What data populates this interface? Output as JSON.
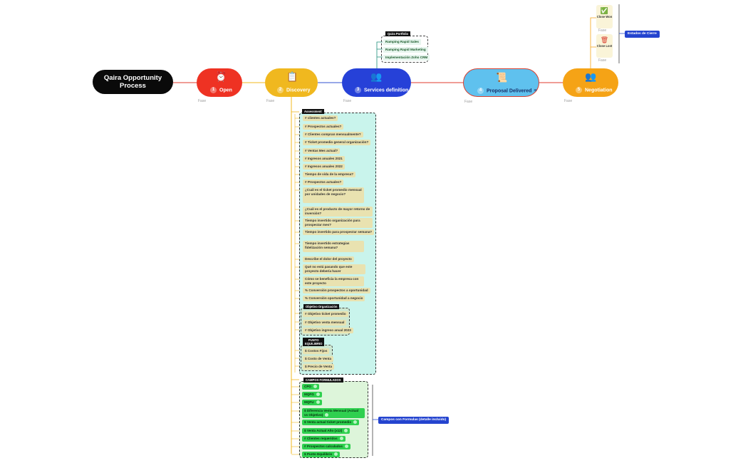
{
  "root": {
    "line1": "Qaira Opportunity",
    "line2": "Process"
  },
  "phases": [
    {
      "name": "Open",
      "num": "1",
      "fase": "Fase",
      "icon": "⏰"
    },
    {
      "name": "Discovery",
      "num": "2",
      "fase": "Fase",
      "icon": "📋"
    },
    {
      "name": "Services definition",
      "num": "3",
      "fase": "Fase",
      "icon": "👥"
    },
    {
      "name": "Proposal Delivered",
      "num": "4",
      "fase": "Fase",
      "icon": "📜"
    },
    {
      "name": "Negotiation",
      "num": "5",
      "fase": "Fase",
      "icon": "👥"
    }
  ],
  "portfolio": {
    "tag": "Qaira Portfolio",
    "items": [
      "Ramping Rapid Sales",
      "Ramping Rapid Marketing",
      "Implementación Zoho CRM"
    ]
  },
  "close": {
    "won": {
      "title": "Close Won",
      "fase": "Fase"
    },
    "lost": {
      "title": "Close Lost",
      "fase": "Fase"
    },
    "estados": "Estados de Cierre"
  },
  "assessment": {
    "tag": "Assessment",
    "questions": [
      "# clientes actuales?",
      "# Prospectos actuales?",
      "# Clientes compran mensualmente?",
      "# Ticket promedio general organización?",
      "# Ventas Mes actual?",
      "# Ingresos anuales 2021",
      "# Ingresos anuales 2022",
      "Tiempo de vida de la empresa?",
      "# Prospectos actuales?",
      "¿Cuál es el ticket promedio mensual por unidades de negocio?",
      "¿Cuál es el producto de mayor retorno de inversión?",
      "Tiempo invertido organización para prospectar mes?",
      "Tiempo invertido para prospectar semana?",
      "Tiempo invertido estrategias fidelización semana?",
      "Describe el dolor del proyecto",
      "Qué no está pasando que este proyecto debería hacer",
      "Cómo se beneficia la empresa con este proyecto",
      "% Conversión prospectos a oportunidad",
      "% Conversión oportunidad a negocio"
    ],
    "objetivos": {
      "tag": "Objetivo Organización",
      "items": [
        "# Objetivo ticket promedio",
        "# Objetivo venta mensual",
        "# Objetivo ingreso anual 2023"
      ]
    },
    "equilibrio": {
      "tag1": "PUNTO",
      "tag2": "EQUILIBRIO",
      "items": [
        "$ Costos Fijos",
        "$ Costo de Venta",
        "$ Precio de Venta"
      ]
    }
  },
  "formulas": {
    "tag": "CAMPOS FORMULADOS",
    "items": [
      "CPO",
      "MQFG",
      "MQFU",
      "$ Diferencia Venta Mensual (Actual vs Objetivo)",
      "$ Venta actual ticket promedio",
      "$ Venta Actual Año (x12)",
      "# Clientes requeridos",
      "# Prospectos calculados",
      "$ Punto Equilibrio"
    ],
    "note": "Campos con Formulas (detalle incluido)"
  },
  "colors": {
    "open": "#ee3223",
    "discovery": "#f0b81f",
    "services": "#2641d8",
    "proposal": "#5fc1ee",
    "negotiation": "#f5a316",
    "wire_red": "#e23b2e",
    "wire_blue": "#3050d0",
    "wire_yellow": "#f0b81f",
    "wire_teal": "#1f8f7a"
  }
}
